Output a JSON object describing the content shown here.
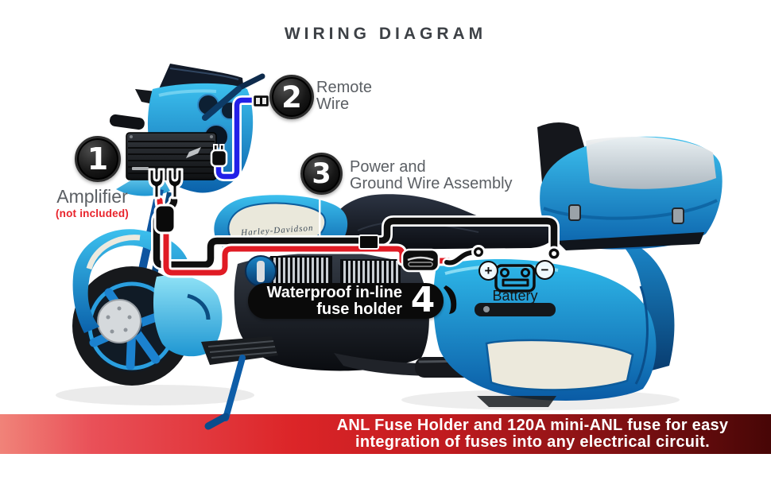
{
  "title": "WIRING DIAGRAM",
  "callouts": {
    "amplifier": {
      "number": "1",
      "label": "Amplifier",
      "note": "(not included)"
    },
    "remote_wire": {
      "number": "2",
      "line1": "Remote",
      "line2": "Wire"
    },
    "power_ground": {
      "number": "3",
      "line1": "Power and",
      "line2": "Ground Wire Assembly"
    },
    "fuse_holder": {
      "number": "4",
      "line1": "Waterproof in-line",
      "line2": "fuse holder"
    }
  },
  "battery": {
    "label": "Battery",
    "plus_symbol": "+",
    "minus_symbol": "−"
  },
  "motorcycle": {
    "tank_script": "Harley-Davidson"
  },
  "banner": {
    "line1": "ANL Fuse Holder and 120A mini-ANL fuse for easy",
    "line2": "integration of fuses into any electrical circuit."
  },
  "colors": {
    "power_wire": "#e01b24",
    "ground_wire": "#0f0f0f",
    "remote_wire": "#2220e8",
    "note_red": "#e8232b",
    "label_gray": "#5b5f64",
    "title_gray": "#3d4146",
    "banner_red": "#dc2528",
    "bike_blue": "#1490d4"
  }
}
